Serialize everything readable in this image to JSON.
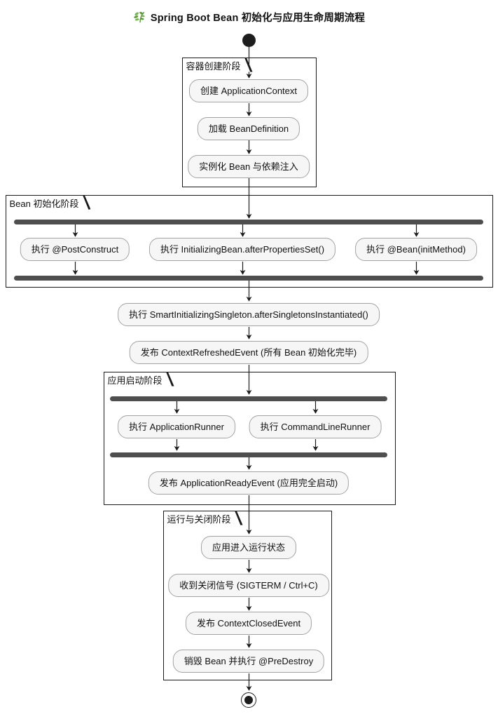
{
  "title": {
    "icon": "herb-icon",
    "text": "Spring Boot Bean 初始化与应用生命周期流程"
  },
  "flow": {
    "type": "activity-diagram",
    "partitions": [
      {
        "label": "容器创建阶段",
        "activities": [
          "创建 ApplicationContext",
          "加载 BeanDefinition",
          "实例化 Bean 与依赖注入"
        ]
      },
      {
        "label": "Bean 初始化阶段",
        "parallel_activities": [
          "执行 @PostConstruct",
          "执行 InitializingBean.afterPropertiesSet()",
          "执行 @Bean(initMethod)"
        ]
      },
      {
        "label": "应用启动阶段",
        "parallel_activities": [
          "执行 ApplicationRunner",
          "执行 CommandLineRunner"
        ],
        "activities": [
          "发布 ApplicationReadyEvent (应用完全启动)"
        ]
      },
      {
        "label": "运行与关闭阶段",
        "activities": [
          "应用进入运行状态",
          "收到关闭信号 (SIGTERM / Ctrl+C)",
          "发布 ContextClosedEvent",
          "销毁 Bean 并执行 @PreDestroy"
        ]
      }
    ],
    "between_activities": [
      "执行 SmartInitializingSingleton.afterSingletonsInstantiated()",
      "发布 ContextRefreshedEvent (所有 Bean 初始化完毕)"
    ]
  },
  "colors": {
    "activity_fill": "#f6f6f6",
    "activity_border": "#a3a3a3",
    "partition_border": "#1a1a1a",
    "sync_bar": "#4e4e4e",
    "arrow": "#1a1a1a",
    "start_end_node": "#1d1d1d",
    "leaf_green": "#77b255",
    "leaf_green_dark": "#4c8c2b"
  }
}
